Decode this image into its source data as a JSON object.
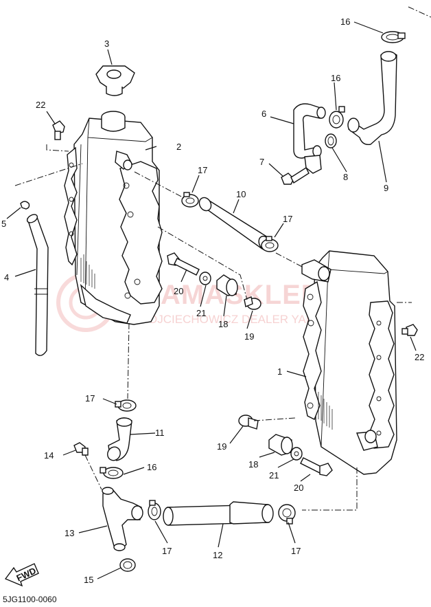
{
  "watermark": {
    "brand": "YAMASKLEP.PL",
    "dealer": "WOJCIECHOWICZ DEALER YAMAHA"
  },
  "fwd_label": "FWD",
  "diagram_code": "5JG1100-0060",
  "callouts": {
    "c1": "1",
    "c2": "2",
    "c3": "3",
    "c4": "4",
    "c5": "5",
    "c6": "6",
    "c7": "7",
    "c8": "8",
    "c9": "9",
    "c10": "10",
    "c11": "11",
    "c12": "12",
    "c13": "13",
    "c14": "14",
    "c15": "15",
    "c16a": "16",
    "c16b": "16",
    "c16c": "16",
    "c17a": "17",
    "c17b": "17",
    "c17c": "17",
    "c17d": "17",
    "c17e": "17",
    "c18a": "18",
    "c18b": "18",
    "c19a": "19",
    "c19b": "19",
    "c20a": "20",
    "c20b": "20",
    "c21a": "21",
    "c21b": "21",
    "c22a": "22",
    "c22b": "22"
  }
}
